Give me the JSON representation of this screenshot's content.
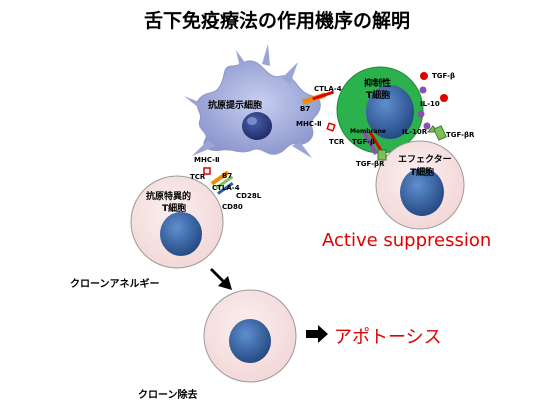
{
  "title": "舌下免疫療法の作用機序の解明",
  "cells": {
    "apc": "抗原提示細胞",
    "treg_line1": "抑制性",
    "treg_line2": "T細胞",
    "effector_line1": "エフェクター",
    "effector_line2": "T細胞",
    "specific_line1": "抗原特異的",
    "specific_line2": "T細胞"
  },
  "molecules": {
    "ctla4_top": "CTLA-4",
    "b7_top": "B7",
    "mhc2_top": "MHC-Ⅱ",
    "membrane": "Membrane",
    "tcr_top": "TCR",
    "tgfb_membrane": "TGF-β",
    "tgfb_right1": "TGF-β",
    "il10_right1": "IL-10",
    "il10r": "IL-10R",
    "tgfbr": "TGF-βR",
    "tgfbr_bottom": "TGF-βR",
    "mhc2_left": "MHC-Ⅱ",
    "tcr_left": "TCR",
    "b7_left": "B7",
    "ctla4_left": "CTLA-4",
    "cd28l": "CD28L",
    "cd80": "CD80"
  },
  "labels": {
    "active_suppression": "Active suppression",
    "anergy": "クローンアネルギー",
    "apoptosis": "アポトーシス",
    "deletion": "クローン除去"
  },
  "colors": {
    "treg_green": "#2bb24c",
    "nucleus_blue": "#2f5b9c",
    "cell_pink": "#f7e3e3",
    "apc_lilac": "#9aa5d6",
    "signal_red": "#e00000"
  }
}
